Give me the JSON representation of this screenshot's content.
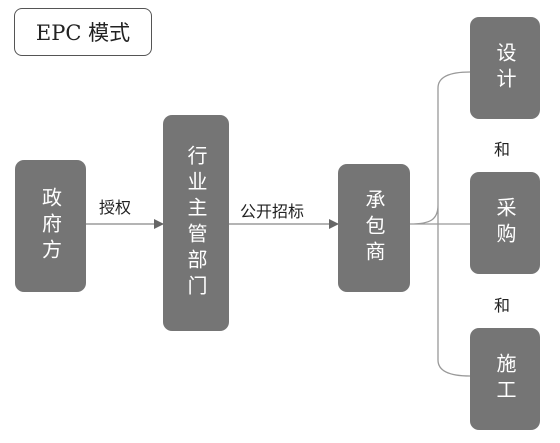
{
  "title": "EPC 模式",
  "nodes": {
    "government": "政府方",
    "authority": "行业主管部门",
    "contractor": "承包商",
    "design": "设计",
    "procurement": "采购",
    "construction": "施工"
  },
  "edges": {
    "authorize": "授权",
    "public_tender": "公开招标"
  },
  "connectors": {
    "and_1": "和",
    "and_2": "和"
  },
  "colors": {
    "node_fill": "#757575",
    "node_text": "#ffffff",
    "line": "#777777"
  }
}
